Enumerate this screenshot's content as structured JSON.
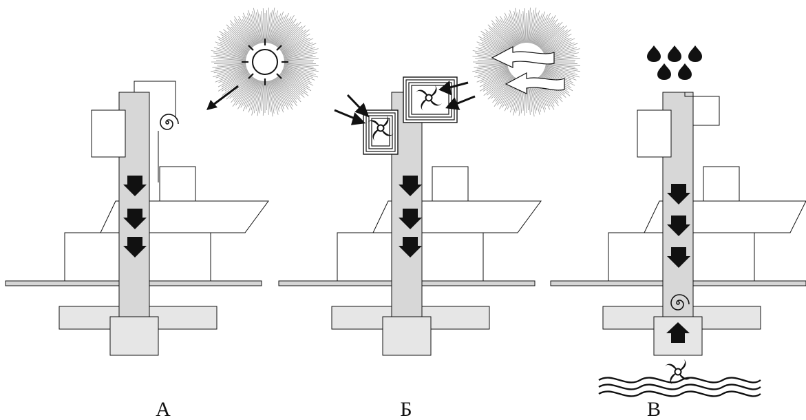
{
  "panels": [
    {
      "label": "А",
      "energy_source": "sun",
      "icons": [
        "sun-icon",
        "solar-collector-coil-icon",
        "arrow-down-icon"
      ]
    },
    {
      "label": "Б",
      "energy_source": "wind",
      "icons": [
        "wind-icon",
        "wind-turbine-icon",
        "arrow-down-icon"
      ]
    },
    {
      "label": "В",
      "energy_source": "water",
      "icons": [
        "raindrop-icon",
        "water-turbine-icon",
        "coil-icon",
        "arrow-up-icon"
      ]
    }
  ],
  "colors": {
    "column": "#d7d7d7",
    "block_fill": "#ffffff",
    "base_fill": "#e6e6e6",
    "floor_fill": "#d5d5d5",
    "ink": "#111111"
  }
}
